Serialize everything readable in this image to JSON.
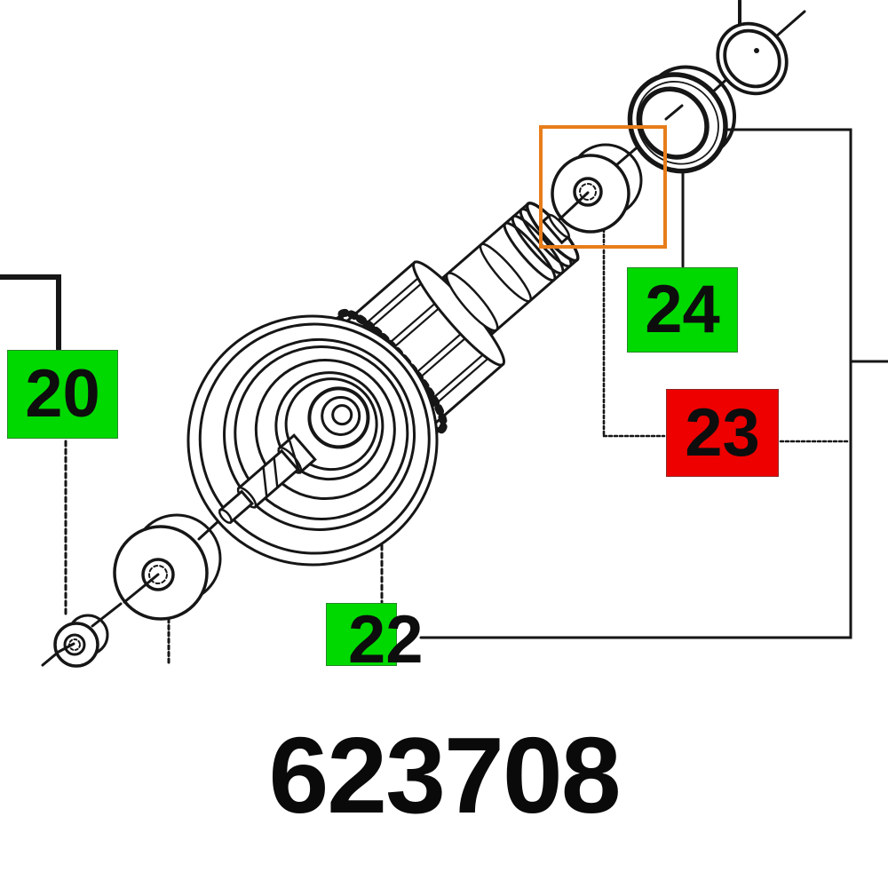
{
  "figure": {
    "type": "exploded-parts-diagram",
    "part_number": "623708",
    "callouts": {
      "c20": {
        "label": "20",
        "color": "#00d900"
      },
      "c22": {
        "label": "22",
        "color": "#00d900"
      },
      "c23": {
        "label": "23",
        "color": "#ee0000"
      },
      "c24": {
        "label": "24",
        "color": "#00d900"
      }
    },
    "highlight_box_color": "#e87d1a",
    "line_color": "#161616",
    "background_color": "#ffffff"
  }
}
